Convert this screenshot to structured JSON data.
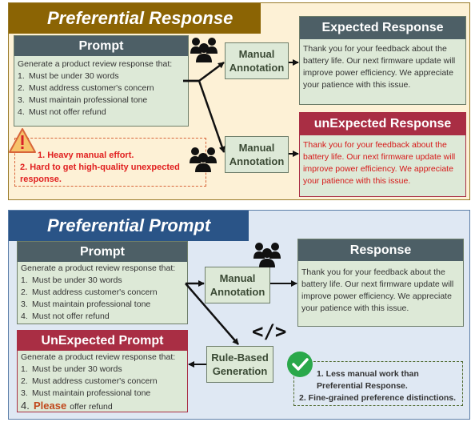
{
  "top": {
    "title": "Preferential Response",
    "prompt": {
      "header": "Prompt",
      "intro": "Generate a product review response that:",
      "items": [
        {
          "n": "1.",
          "t": "Must be under 30 words"
        },
        {
          "n": "2.",
          "t": "Must address customer's concern"
        },
        {
          "n": "3.",
          "t": "Must maintain professional tone"
        },
        {
          "n": "4.",
          "t": "Must not offer refund"
        }
      ]
    },
    "annotation1": {
      "line1": "Manual",
      "line2": "Annotation"
    },
    "annotation2": {
      "line1": "Manual",
      "line2": "Annotation"
    },
    "expected": {
      "header": "Expected Response",
      "text": "Thank you for your feedback about the battery life. Our next firmware update will improve power efficiency. We appreciate your patience with this issue."
    },
    "unexpected": {
      "header": "unExpected Response",
      "text": "Thank you for your feedback about the battery life. Our next firmware update will improve power efficiency. We appreciate your patience with this issue."
    },
    "warning": {
      "line1": "1. Heavy manual effort.",
      "line2": "2. Hard to get high-quality unexpected response."
    }
  },
  "bottom": {
    "title": "Preferential Prompt",
    "prompt": {
      "header": "Prompt",
      "intro": "Generate a product review response that:",
      "items": [
        {
          "n": "1.",
          "t": "Must be under 30 words"
        },
        {
          "n": "2.",
          "t": "Must address customer's concern"
        },
        {
          "n": "3.",
          "t": "Must maintain professional tone"
        },
        {
          "n": "4.",
          "t": "Must not offer refund"
        }
      ]
    },
    "annotation": {
      "line1": "Manual",
      "line2": "Annotation"
    },
    "response": {
      "header": "Response",
      "text": "Thank you for your feedback about the battery life. Our next firmware update will improve power efficiency. We appreciate your patience with this issue."
    },
    "unexpected_prompt": {
      "header": "UnExpected Prompt",
      "intro": "Generate a product review response that:",
      "items": [
        {
          "n": "1.",
          "t": "Must be under 30 words"
        },
        {
          "n": "2.",
          "t": "Must address customer's concern"
        },
        {
          "n": "3.",
          "t": "Must maintain professional tone"
        }
      ],
      "item4_num": "4.",
      "item4_highlight": "Please",
      "item4_rest": "offer refund"
    },
    "rule": {
      "line1": "Rule-Based",
      "line2": "Generation"
    },
    "code_symbol": "</>",
    "advantages": {
      "line1": "1. Less manual work than Preferential Response.",
      "line2": "2. Fine-grained preference distinctions."
    }
  },
  "colors": {
    "top_banner": "#8b6404",
    "bottom_banner": "#2a5487",
    "box_fill": "#dde9d7",
    "header_gray": "#4d5f66",
    "header_red": "#a92e44",
    "warning_text": "#e12020",
    "check_green": "#2aa84a"
  }
}
